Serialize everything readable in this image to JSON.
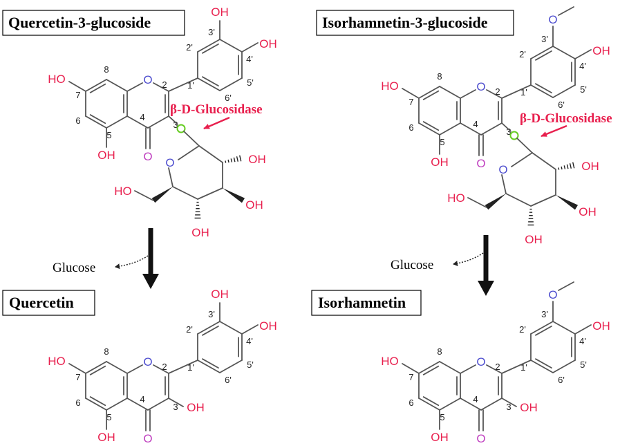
{
  "colors": {
    "bond": "#555555",
    "ring_oxygen": "#4f4fcf",
    "carbonyl_oxygen": "#c040c0",
    "hydroxyl": "#e8204e",
    "glycosidic_oxygen": "#66cc22",
    "enzyme_label": "#e8204e",
    "arrow": "#111111"
  },
  "panels": [
    {
      "title": "Quercetin-3-glucoside",
      "enzyme": "β-D-Glucosidase",
      "substituent": "OH",
      "product": "Quercetin",
      "byproduct": "Glucose"
    },
    {
      "title": "Isorhamnetin-3-glucoside",
      "enzyme": "β-D-Glucosidase",
      "substituent": "",
      "product": "Isorhamnetin",
      "byproduct": "Glucose"
    }
  ],
  "atoms": {
    "oh": "OH",
    "ho": "HO",
    "o": "O"
  },
  "numbering": {
    "c2": "2",
    "c3": "3",
    "c4": "4",
    "c5": "5",
    "c6": "6",
    "c7": "7",
    "c8": "8",
    "c1p": "1'",
    "c2p": "2'",
    "c3p": "3'",
    "c4p": "4'",
    "c5p": "5'",
    "c6p": "6'"
  }
}
